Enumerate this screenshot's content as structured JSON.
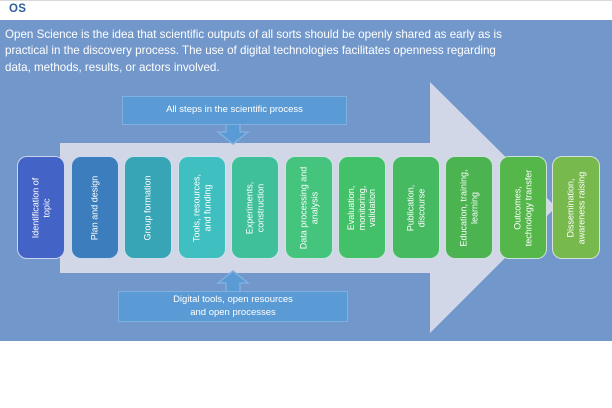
{
  "header": {
    "logo": "OS"
  },
  "intro": "Open Science is the idea that scientific outputs of all sorts should be openly shared as early as is\npractical in the discovery process. The use of digital technologies facilitates openness regarding\ndata, methods, results, or actors involved.",
  "colors": {
    "background": "#7297cb",
    "arrow": "#d2d7e8",
    "caption_fill": "#5b9bd5",
    "caption_border": "#7fb0e0",
    "logo_text": "#2d5f9b"
  },
  "diagram": {
    "top_label": "All steps in the scientific process",
    "bottom_label": "Digital tools, open resources\nand open processes",
    "steps": [
      {
        "label": "Identification of\ntopic",
        "color": "#4463c6"
      },
      {
        "label": "Plan and design",
        "color": "#3c7dbd"
      },
      {
        "label": "Group formation",
        "color": "#37a5b6"
      },
      {
        "label": "Tools, resources,\nand funding",
        "color": "#40bfc1"
      },
      {
        "label": "Experiments,\nconstruction",
        "color": "#3fbf9a"
      },
      {
        "label": "Data processing and\nanalysis",
        "color": "#44c47d"
      },
      {
        "label": "Evaluation,\nmonitoring,\nvalidation",
        "color": "#42c169"
      },
      {
        "label": "Publication,\ndiscourse",
        "color": "#45ba60"
      },
      {
        "label": "Education, training,\nlearning",
        "color": "#4bb350"
      },
      {
        "label": "Outcomes,\ntechnology transfer",
        "color": "#55b74a"
      },
      {
        "label": "Dissemination,\nawareness raising",
        "color": "#78b94e"
      }
    ]
  }
}
